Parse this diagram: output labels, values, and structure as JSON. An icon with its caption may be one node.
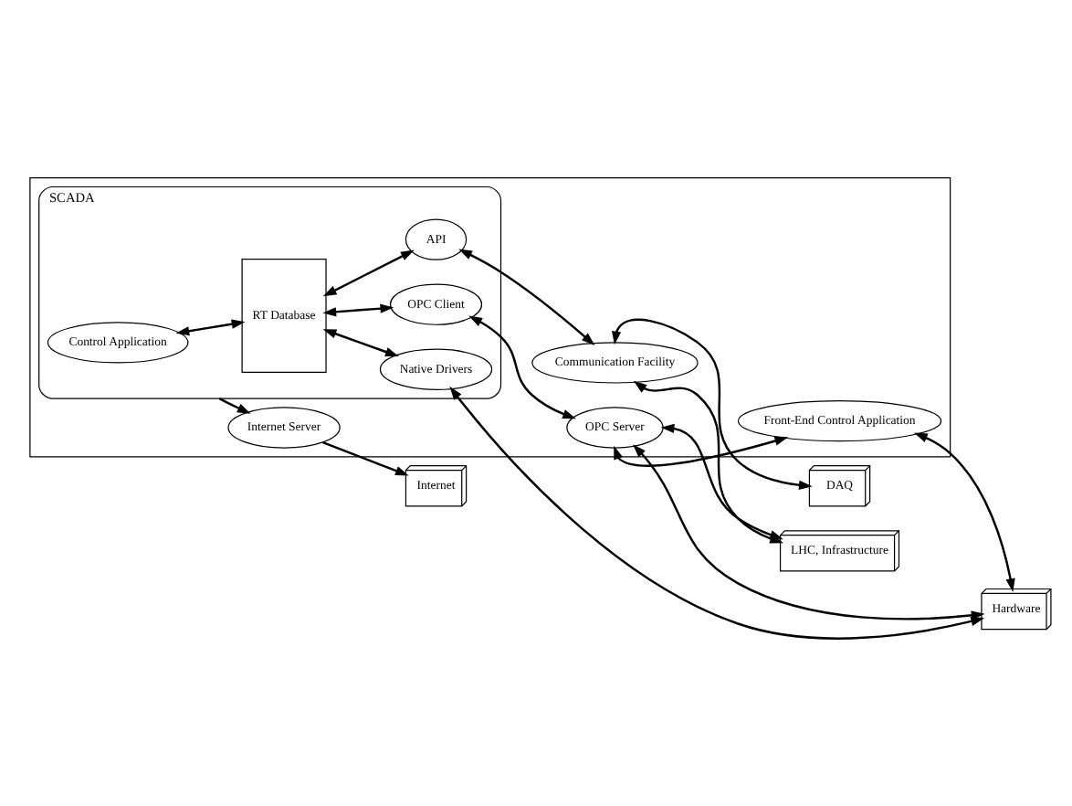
{
  "diagram": {
    "nodes": [
      {
        "text": [],
        "shape": "box"
      },
      {
        "text": [
          "Internet Server"
        ],
        "in": 0
      },
      {
        "text": [
          "SCADA"
        ],
        "in": 0
      },
      {
        "text": [
          "Control Application"
        ],
        "in": 2
      },
      {
        "text": [
          "RT Database"
        ],
        "in": 2
      },
      {
        "text": [
          "API"
        ],
        "in": 2
      },
      {
        "text": [
          "OPC Client"
        ],
        "in": 2
      },
      {
        "text": [
          "Native Drivers"
        ],
        "in": 2
      },
      {
        "text": [
          "Communication Facility"
        ],
        "in": 0
      },
      {
        "text": [
          "OPC Server"
        ],
        "in": 0
      },
      {
        "text": [
          "Front-End Control Application"
        ],
        "in": 0
      },
      {
        "text": [
          "Internet"
        ]
      },
      {
        "text": [
          "DAQ"
        ]
      },
      {
        "text": [
          "LHC, Infrastructure"
        ]
      },
      {
        "text": [
          "Hardware"
        ]
      }
    ],
    "edges": [
      {
        "from": 2,
        "to": 1,
        "arrow": "to"
      },
      {
        "from": 1,
        "to": 11,
        "arrow": "to"
      },
      {
        "from": 3,
        "to": 4,
        "arrow": "both"
      },
      {
        "from": 4,
        "to": 5,
        "arrow": "both"
      },
      {
        "from": 4,
        "to": 6,
        "arrow": "both"
      },
      {
        "from": 4,
        "to": 7,
        "arrow": "both"
      },
      {
        "from": 5,
        "to": 8,
        "arrow": "both"
      },
      {
        "from": 6,
        "to": 9,
        "arrow": "both"
      },
      {
        "from": 8,
        "to": 12,
        "arrow": "both"
      },
      {
        "from": 8,
        "to": 13,
        "arrow": "both"
      },
      {
        "from": 9,
        "to": 13,
        "arrow": "both"
      },
      {
        "from": 9,
        "to": 10,
        "arrow": "both"
      },
      {
        "from": 9,
        "to": 14,
        "arrow": "both"
      },
      {
        "from": 7,
        "to": 14,
        "arrow": "both"
      },
      {
        "from": 10,
        "to": 14,
        "arrow": "both"
      }
    ]
  }
}
